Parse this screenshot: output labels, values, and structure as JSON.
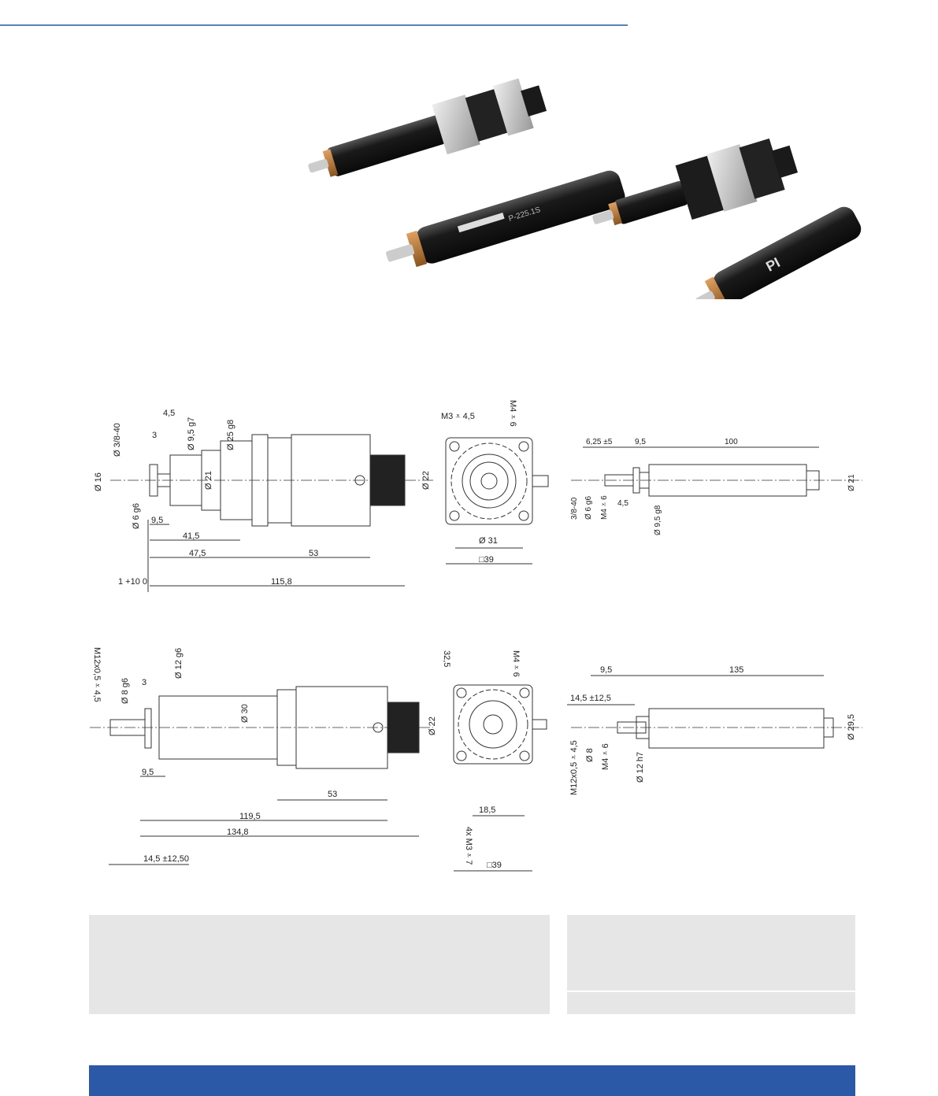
{
  "photo": {
    "brand_logo": "PI",
    "engraving": "P-225.1S"
  },
  "drawings": {
    "top_left": {
      "labels": [
        "Ø 3/8-40",
        "4,5",
        "3",
        "Ø 9,5 g7",
        "Ø 25 g8",
        "Ø 16",
        "Ø 21",
        "Ø 22",
        "Ø 6 g6",
        "9,5",
        "41,5",
        "47,5",
        "53",
        "1 +10 0",
        "115,8"
      ]
    },
    "top_mid": {
      "labels": [
        "M3 ⩡ 4,5",
        "M4 ⩡ 6",
        "Ø 31",
        "□39"
      ]
    },
    "top_right": {
      "labels": [
        "6,25 ±5",
        "9,5",
        "100",
        "3/8-40",
        "Ø 6 g6",
        "M4 ⩡ 6",
        "4,5",
        "Ø 9,5 g8",
        "Ø 21"
      ]
    },
    "bottom_left": {
      "labels": [
        "M12x0,5 ⩡ 4,5",
        "Ø 8 g6",
        "3",
        "Ø 12 g6",
        "Ø 30",
        "Ø 22",
        "9,5",
        "53",
        "119,5",
        "134,8",
        "14,5 ±12,50"
      ]
    },
    "bottom_mid": {
      "labels": [
        "32,5",
        "M4 ⩡ 6",
        "18,5",
        "4x M3 ⩡ 7",
        "□39"
      ]
    },
    "bottom_right": {
      "labels": [
        "9,5",
        "135",
        "14,5 ±12,5",
        "M12x0,5 ⩡ 4,5",
        "Ø 8",
        "M4 ⩡ 6",
        "Ø 12 h7",
        "Ø 29,5"
      ]
    }
  }
}
